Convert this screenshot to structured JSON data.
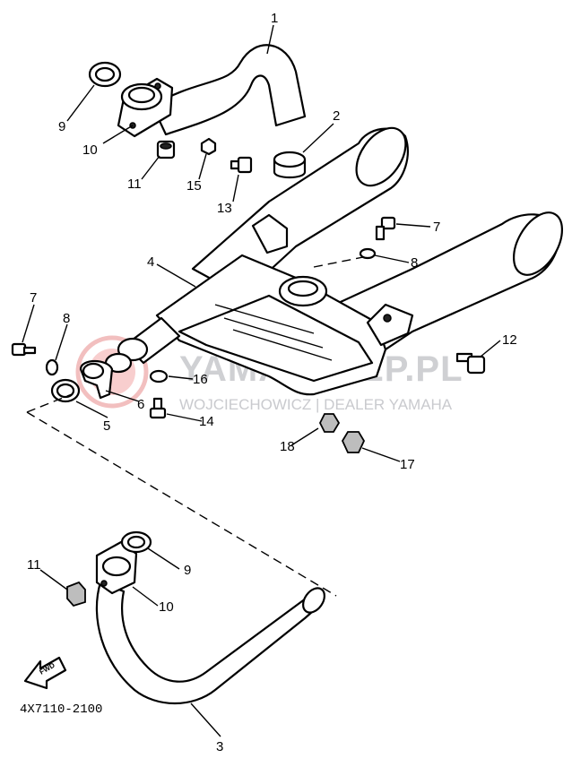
{
  "watermark": {
    "title": "YAMASKLEP.PL",
    "subtitle": "WOJCIECHOWICZ | DEALER YAMAHA",
    "logo_color": "#e23b3b"
  },
  "diagram_code": "4X7110-2100",
  "fwd_label": "FWD",
  "callouts": {
    "c1": "1",
    "c2": "2",
    "c3": "3",
    "c4": "4",
    "c5": "5",
    "c6": "6",
    "c7a": "7",
    "c7b": "7",
    "c8a": "8",
    "c8b": "8",
    "c9a": "9",
    "c9b": "9",
    "c10a": "10",
    "c10b": "10",
    "c11a": "11",
    "c11b": "11",
    "c12": "12",
    "c13": "13",
    "c14": "14",
    "c15": "15",
    "c16": "16",
    "c17": "17",
    "c18": "18"
  }
}
